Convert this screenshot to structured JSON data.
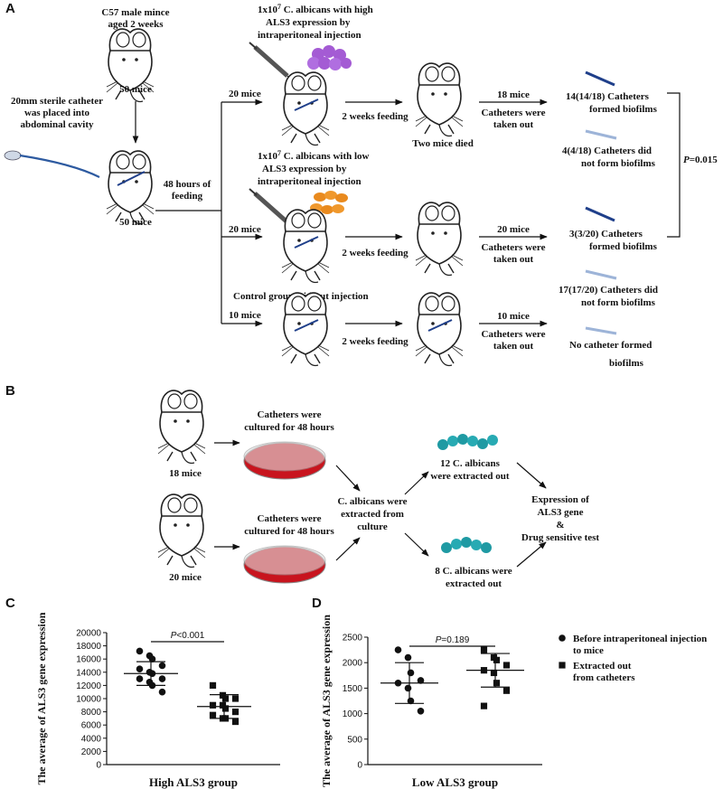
{
  "panels": {
    "a": "A",
    "b": "B",
    "c": "C",
    "d": "D"
  },
  "panel_a": {
    "mice_origin": [
      "C57 male mince",
      "aged 2 weeks"
    ],
    "n50_top": "50 mice",
    "catheter_text": [
      "20mm sterile catheter",
      "was placed into",
      "abdominal cavity"
    ],
    "n50_bottom": "50 mice",
    "feeding48": [
      "48 hours of",
      "feeding"
    ],
    "high_inject": [
      "1x10",
      "7",
      " C. albicans with high",
      "ALS3 expression by",
      "intraperitoneal injection"
    ],
    "low_inject": [
      "1x10",
      "7",
      " C. albicans with low",
      "ALS3 expression by",
      "intraperitoneal injection"
    ],
    "control_label": "Control group without injection",
    "n20_a": "20 mice",
    "n20_b": "20 mice",
    "n10": "10 mice",
    "two_weeks": "2 weeks feeding",
    "two_mice_died": "Two mice died",
    "n18_out": "18 mice",
    "n20_out": "20 mice",
    "n10_out": "10 mice",
    "cath_taken": [
      "Catheters were",
      "taken out"
    ],
    "res_high_yes": [
      "14(14/18) Catheters",
      "formed biofilms"
    ],
    "res_high_no": [
      "4(4/18) Catheters did",
      "not form biofilms"
    ],
    "res_low_yes": [
      "3(3/20) Catheters",
      "formed biofilms"
    ],
    "res_low_no": [
      "17(17/20) Catheters did",
      "not form biofilms"
    ],
    "res_ctrl": [
      "No catheter formed",
      "biofilms"
    ],
    "p_label": "P",
    "p_value": "=0.015"
  },
  "panel_b": {
    "n18": "18 mice",
    "n20": "20 mice",
    "cultured_top": [
      "Catheters were",
      "cultured for 48 hours"
    ],
    "cultured_bottom": [
      "Catheters were",
      "cultured for 48 hours"
    ],
    "extracted_culture": [
      "C. albicans were",
      "extracted from",
      "culture"
    ],
    "c12": [
      "12 C. albicans",
      "were extracted out"
    ],
    "c8": [
      "8 C. albicans were",
      "extracted out"
    ],
    "expression": [
      "Expression of",
      "ALS3 gene",
      "&",
      "Drug sensitive test"
    ]
  },
  "colors": {
    "catheter_blue": "#1f3f8a",
    "catheter_pale": "#9db4d8",
    "dish_red": "#c8141e",
    "high_cells": "#a45bd4",
    "low_cells": "#e98a1e",
    "cyan_cells": "#1f9aa3"
  },
  "chart_data": [
    {
      "type": "scatter",
      "panel": "C",
      "ylabel": "The average of ALS3 gene expression",
      "xlabel": "High ALS3 group",
      "ylim": [
        0,
        20000
      ],
      "yticks": [
        0,
        2000,
        4000,
        6000,
        8000,
        10000,
        12000,
        14000,
        16000,
        18000,
        20000
      ],
      "p_label": "P",
      "p_text": "<0.001",
      "series": [
        {
          "marker": "circle",
          "values": [
            17200,
            16500,
            16000,
            15000,
            14500,
            14000,
            13800,
            13000,
            13000,
            12500,
            12000,
            11000
          ],
          "mean": 13800,
          "sd": 1800
        },
        {
          "marker": "square",
          "values": [
            12000,
            10500,
            10000,
            10000,
            9000,
            9000,
            8500,
            8000,
            7500,
            7000,
            7000,
            6500
          ],
          "mean": 8800,
          "sd": 1800
        }
      ]
    },
    {
      "type": "scatter",
      "panel": "D",
      "ylabel": "The average of ALS3 gene expression",
      "xlabel": "Low ALS3 group",
      "ylim": [
        0,
        2500
      ],
      "yticks": [
        0,
        500,
        1000,
        1500,
        2000,
        2500
      ],
      "p_label": "P",
      "p_text": "=0.189",
      "series": [
        {
          "name": "Before intraperitoneal injection to mice",
          "marker": "circle",
          "values": [
            2250,
            2100,
            1800,
            1650,
            1600,
            1500,
            1250,
            1050
          ],
          "mean": 1600,
          "sd": 400
        },
        {
          "name": "Extracted out from catheters",
          "marker": "square",
          "values": [
            2250,
            2100,
            2050,
            1950,
            1850,
            1800,
            1600,
            1450,
            1150
          ],
          "mean": 1850,
          "sd": 330
        }
      ]
    }
  ]
}
